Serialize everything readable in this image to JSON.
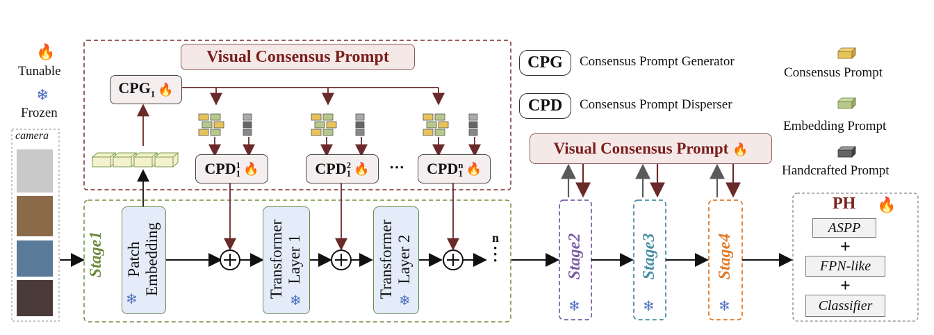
{
  "legend_left": {
    "tunable": "Tunable",
    "frozen": "Frozen"
  },
  "camera": "camera",
  "vcp_title": "Visual Consensus Prompt",
  "cpg": {
    "base": "CPG",
    "sub": "1"
  },
  "cpd": [
    {
      "base": "CPD",
      "sub": "1",
      "sup": "1"
    },
    {
      "base": "CPD",
      "sub": "1",
      "sup": "2"
    },
    {
      "base": "CPD",
      "sub": "1",
      "sup": "n"
    }
  ],
  "ellipsis": "···",
  "stage1": "Stage1",
  "patch_embedding": "Patch Embedding",
  "layer1": "Transformer Layer 1",
  "layer2": "Transformer Layer 2",
  "n_label": "n",
  "legend_right": {
    "cpg_abbr": "CPG",
    "cpg_full": "Consensus Prompt Generator",
    "cpd_abbr": "CPD",
    "cpd_full": "Consensus Prompt Disperser",
    "consensus": "Consensus Prompt",
    "embedding": "Embedding Prompt",
    "handcrafted": "Handcrafted Prompt"
  },
  "vcp_small": "Visual Consensus Prompt",
  "stages": [
    "Stage2",
    "Stage3",
    "Stage4"
  ],
  "ph": {
    "title": "PH",
    "aspp": "ASPP",
    "fpn": "FPN-like",
    "classifier": "Classifier",
    "plus": "+"
  },
  "colors": {
    "arrow_red": "#6b2a2a",
    "arrow_gray": "#5a5a5a",
    "consensus": "#e7c35a",
    "embedding": "#b7c98a",
    "handcrafted": "#666666",
    "stage1": "#6e8b3d",
    "stage2": "#7b5fa5",
    "stage3": "#4a8fa6",
    "stage4": "#e07a2a"
  },
  "icons": {
    "tunable": "fire-icon",
    "frozen": "snowflake-icon"
  }
}
